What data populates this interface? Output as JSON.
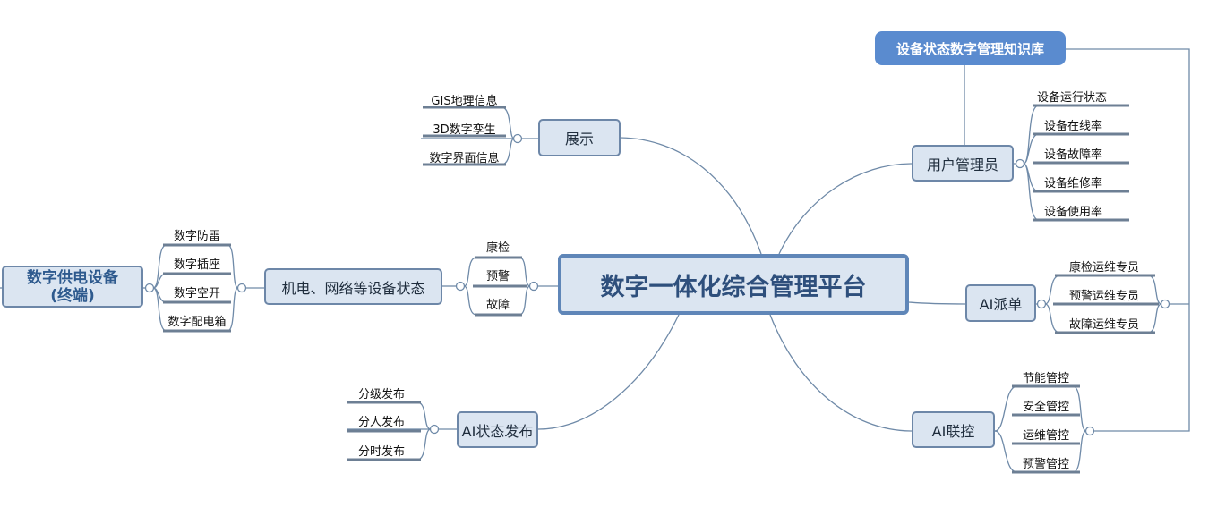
{
  "central": "数字一体化综合管理平台",
  "knowledge_base": "设备状态数字管理知识库",
  "display": {
    "label": "展示",
    "items": [
      "GIS地理信息",
      "3D数字孪生",
      "数字界面信息"
    ]
  },
  "equipment_status": {
    "label": "机电、网络等设备状态",
    "items": [
      "康检",
      "预警",
      "故障"
    ]
  },
  "power_device": {
    "label": "数字供电设备",
    "sub": "(终端)",
    "items": [
      "数字防雷",
      "数字插座",
      "数字空开",
      "数字配电箱"
    ]
  },
  "ai_publish": {
    "label": "AI状态发布",
    "items": [
      "分级发布",
      "分人发布",
      "分时发布"
    ]
  },
  "user_admin": {
    "label": "用户管理员",
    "items": [
      "设备运行状态",
      "设备在线率",
      "设备故障率",
      "设备维修率",
      "设备使用率"
    ]
  },
  "ai_dispatch": {
    "label": "AI派单",
    "items": [
      "康检运维专员",
      "预警运维专员",
      "故障运维专员"
    ]
  },
  "ai_control": {
    "label": "AI联控",
    "items": [
      "节能管控",
      "安全管控",
      "运维管控",
      "预警管控"
    ]
  }
}
